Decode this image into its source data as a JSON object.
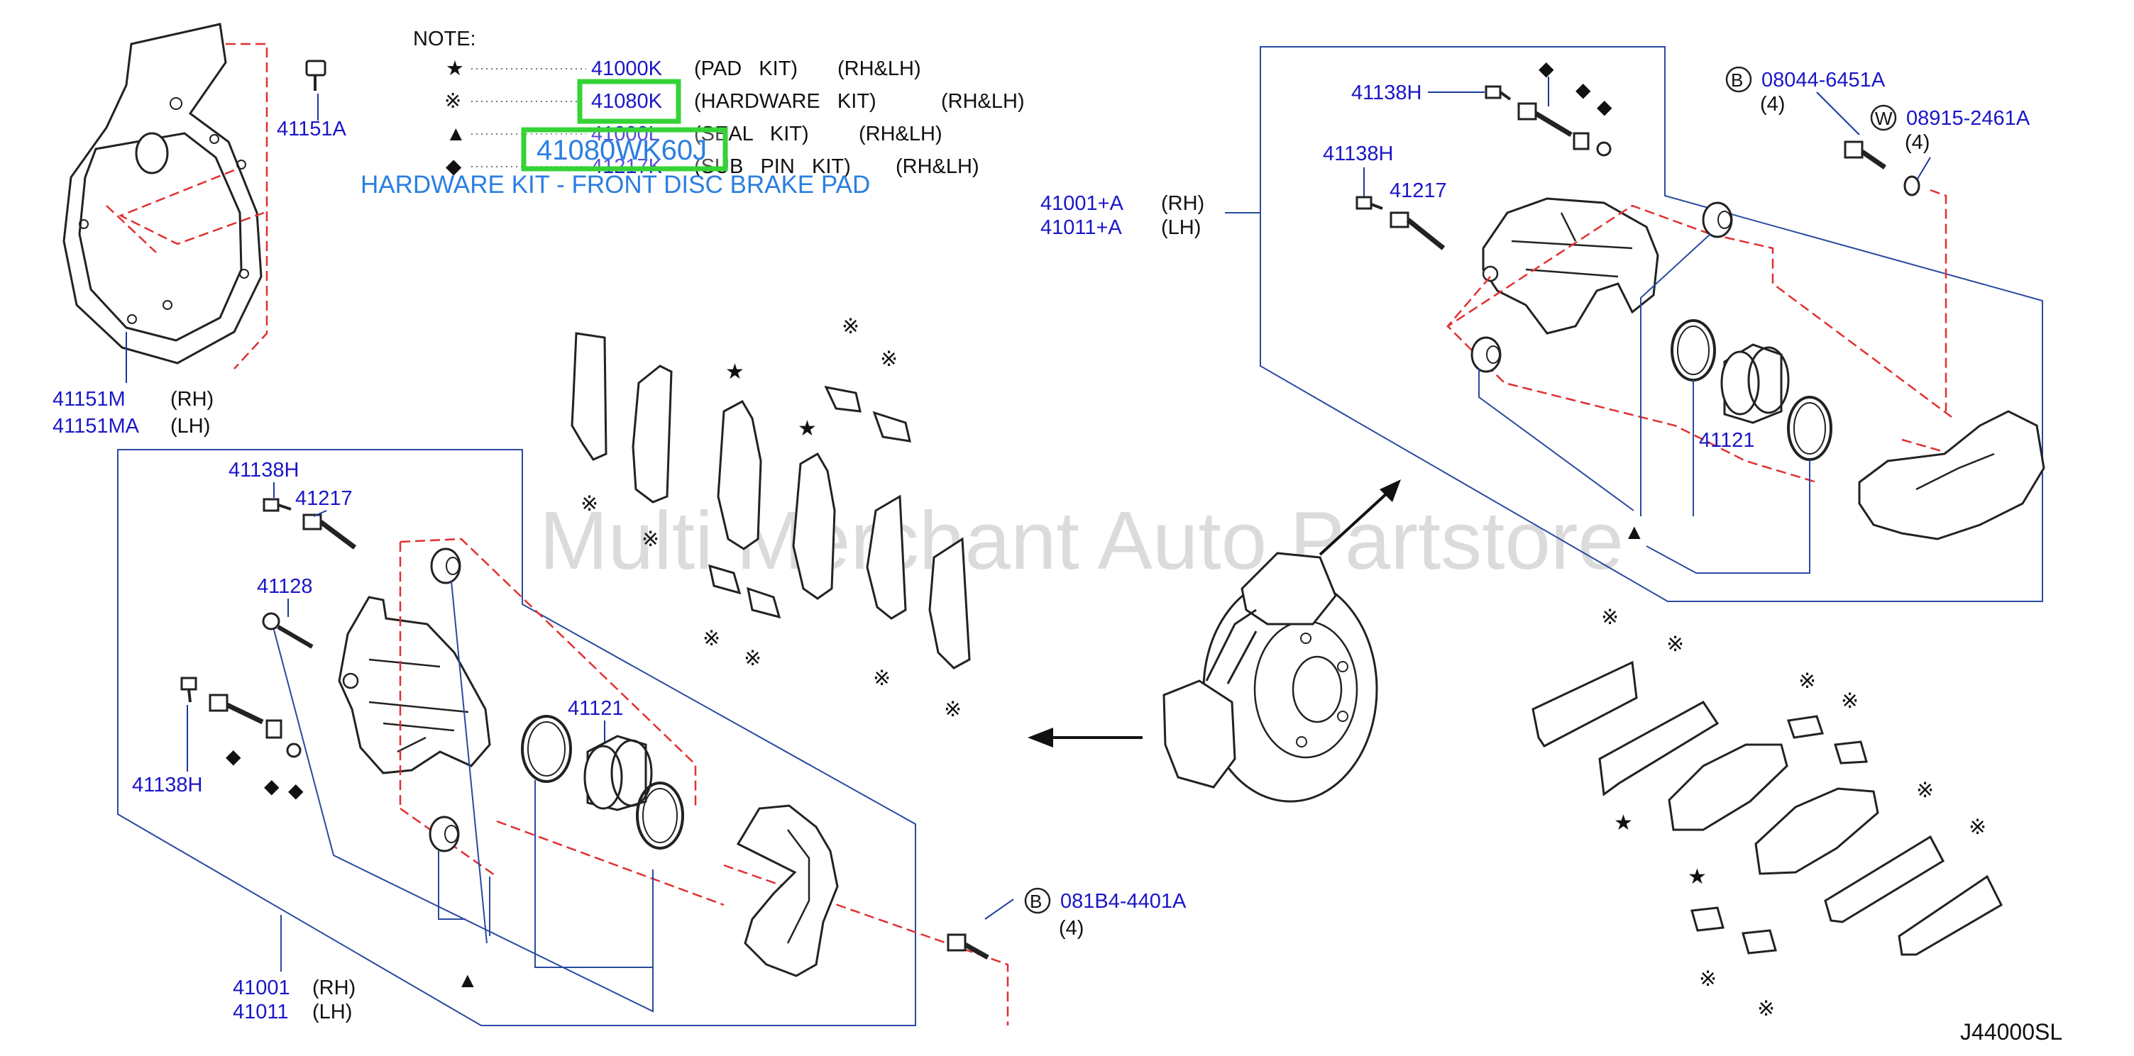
{
  "notes": {
    "title": "NOTE:",
    "rows": [
      {
        "symbol": "★",
        "part": "41000K",
        "desc": "(PAD   KIT)",
        "side": "(RH&LH)"
      },
      {
        "symbol": "※",
        "part": "41080K",
        "desc": "(HARDWARE   KIT)",
        "side": "(RH&LH)"
      },
      {
        "symbol": "▲",
        "part": "41000L",
        "desc": "(SEAL   KIT)",
        "side": "(RH&LH)"
      },
      {
        "symbol": "◆",
        "part": "41217K",
        "desc": "(SUB   PIN   KIT)",
        "side": "(RH&LH)"
      }
    ]
  },
  "highlight": {
    "part_number": "41080WK60J",
    "description": "HARDWARE KIT - FRONT DISC BRAKE PAD"
  },
  "watermark": "Multi Merchant Auto Partstore",
  "diagram_code": "J44000SL",
  "symbols": {
    "star": "★",
    "hw": "※",
    "tri": "▲",
    "dia": "◆"
  },
  "labels": {
    "41151A": "41151A",
    "41151M": "41151M",
    "41151MA": "41151MA",
    "rh": "(RH)",
    "lh": "(LH)",
    "41138H": "41138H",
    "41217": "41217",
    "41128": "41128",
    "41121": "41121",
    "41001": "41001",
    "41011": "41011",
    "41001A": "41001+A",
    "41011A": "41011+A",
    "b_081B4": "081B4-4401A",
    "b_08044": "08044-6451A",
    "w_08915": "08915-2461A",
    "qty4": "(4)",
    "circle_b": "B",
    "circle_w": "W"
  }
}
